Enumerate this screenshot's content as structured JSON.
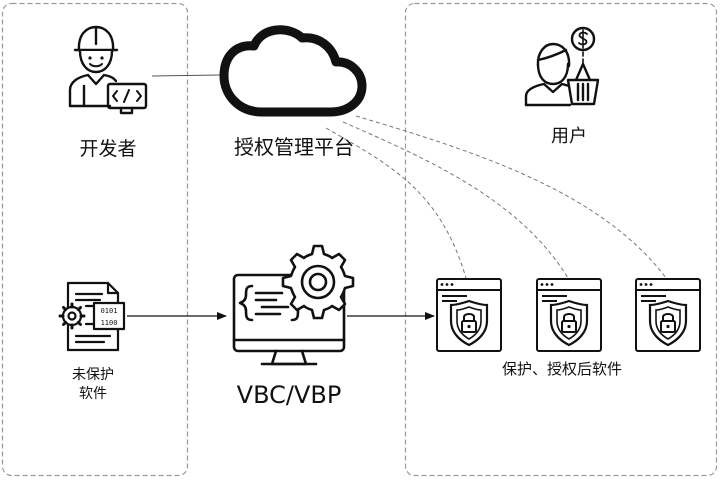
{
  "left_panel": {
    "developer_label": "开发者",
    "unprotected_label_line1": "未保护",
    "unprotected_label_line2": "软件"
  },
  "center": {
    "platform_label": "授权管理平台",
    "engine_label": "VBC/VBP"
  },
  "right_panel": {
    "user_label": "用户",
    "protected_label": "保护、授权后软件"
  },
  "icons": {
    "developer": "developer-icon",
    "cloud": "cloud-icon",
    "user": "user-with-cart-icon",
    "unprotected_software": "code-document-gear-icon",
    "engine": "monitor-gear-icon",
    "protected_software": "window-shield-lock-icon"
  },
  "colors": {
    "stroke": "#111111",
    "dashed": "#777777",
    "panel_border": "#9a9a9a"
  }
}
